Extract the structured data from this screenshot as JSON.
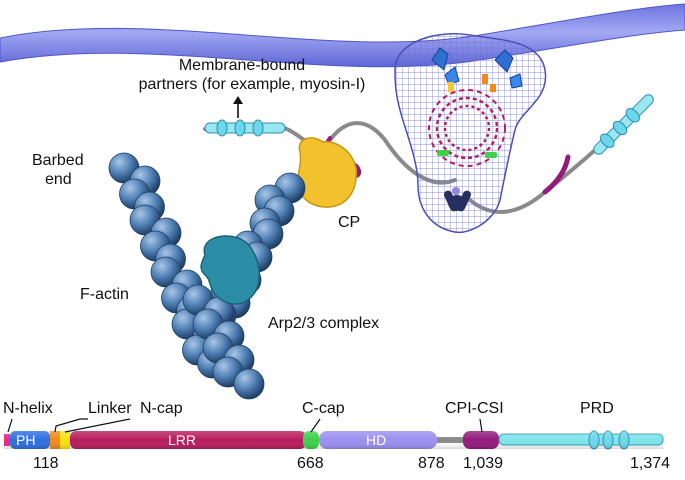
{
  "labels": {
    "partners_line1": "Membrane-bound",
    "partners_line2": "partners (for example, myosin-I)",
    "barbed_line1": "Barbed",
    "barbed_line2": "end",
    "cp": "CP",
    "factin": "F-actin",
    "arp": "Arp2/3 complex"
  },
  "domains": {
    "top_labels": {
      "n_helix": "N-helix",
      "linker": "Linker",
      "n_cap": "N-cap",
      "c_cap": "C-cap",
      "cpi_csi": "CPI-CSI",
      "prd": "PRD"
    },
    "bar_labels": {
      "ph": "PH",
      "lrr": "LRR",
      "hd": "HD"
    },
    "positions": {
      "p118": "118",
      "p668": "668",
      "p878": "878",
      "p1039": "1,039",
      "p1374": "1,374"
    }
  },
  "colors": {
    "membrane": "#7f86e6",
    "actin": "#4f7fb4",
    "arp": "#2c8ea6",
    "cp": "#f2c12e",
    "ph": "#2e6fe0",
    "linker": "#f08a1a",
    "ncap": "#f6e10e",
    "lrr": "#b81d5e",
    "ccap": "#3ed04a",
    "hd": "#9b8ff0",
    "cpi": "#931b7c",
    "prd": "#7fe6ec"
  }
}
